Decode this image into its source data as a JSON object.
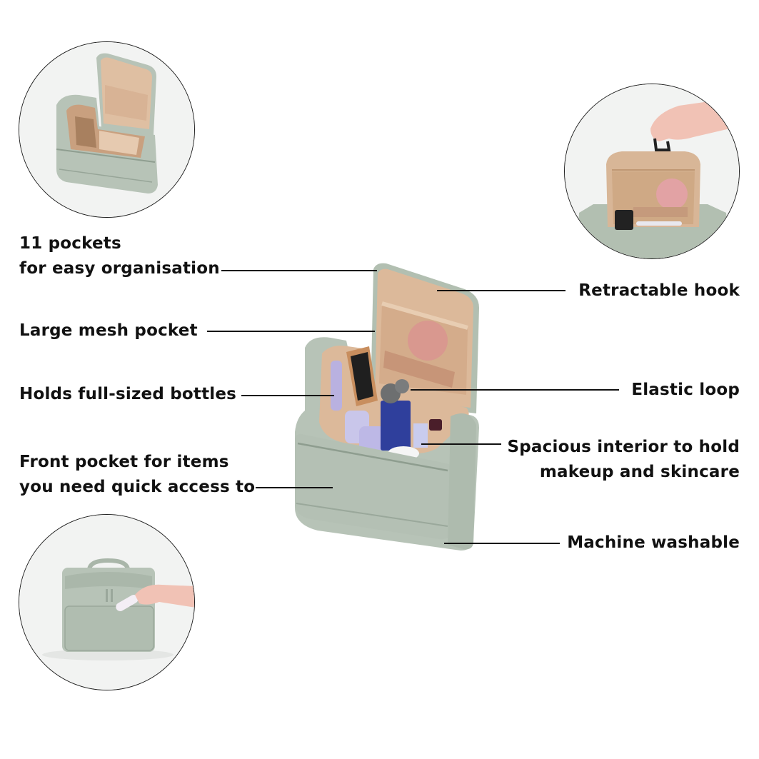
{
  "product_colors": {
    "fabric": "#b7c3b7",
    "lining": "#dcb99a",
    "text": "#111111",
    "background": "#ffffff"
  },
  "callouts": {
    "left": [
      {
        "lines": [
          "11 pockets",
          "for easy organisation"
        ]
      },
      {
        "lines": [
          "Large mesh pocket"
        ]
      },
      {
        "lines": [
          "Holds full-sized bottles"
        ]
      },
      {
        "lines": [
          "Front pocket for items",
          "you need quick access to"
        ]
      }
    ],
    "right": [
      {
        "lines": [
          "Retractable hook"
        ]
      },
      {
        "lines": [
          "Elastic loop"
        ]
      },
      {
        "lines": [
          "Spacious interior to hold",
          "makeup and skincare"
        ]
      },
      {
        "lines": [
          "Machine washable"
        ]
      }
    ]
  },
  "images": {
    "top_left": "open-bag-pockets-photo",
    "top_right": "hook-hanging-photo",
    "bottom_left": "front-pocket-photo",
    "center": "main-bag-open-photo"
  }
}
